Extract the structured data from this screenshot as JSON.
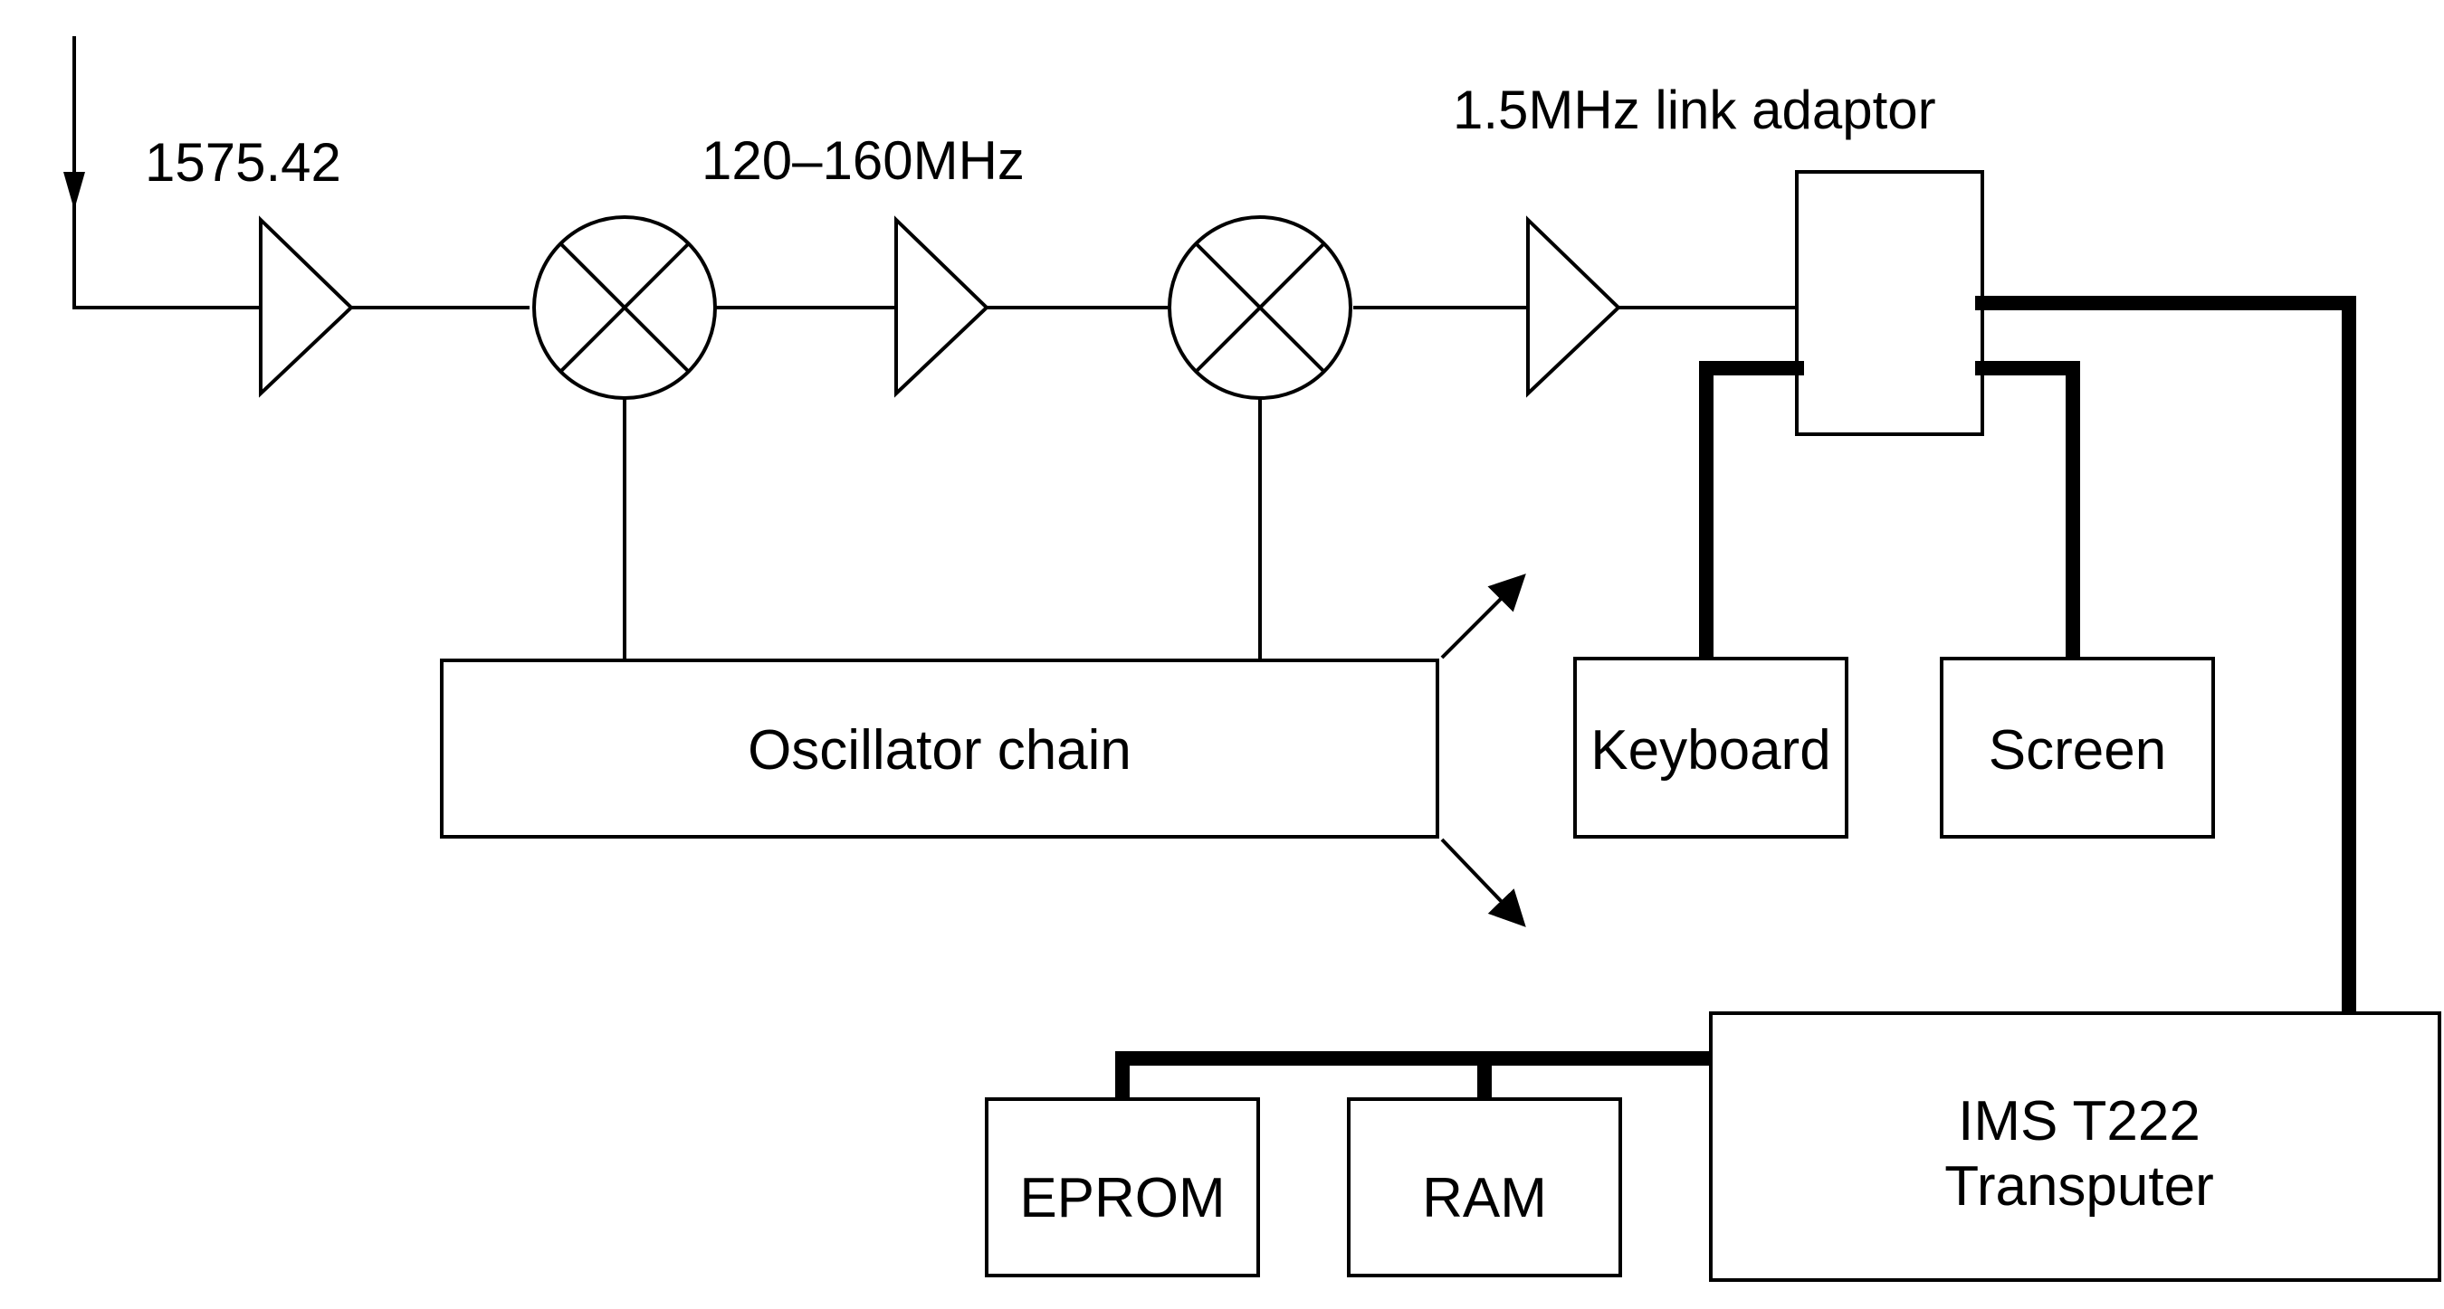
{
  "labels": {
    "input_frequency": "1575.42",
    "if_frequency": "120–160MHz",
    "link_adaptor": "1.5MHz link adaptor",
    "oscillator_chain": "Oscillator chain",
    "keyboard": "Keyboard",
    "screen": "Screen",
    "transputer_line1": "IMS T222",
    "transputer_line2": "Transputer",
    "eprom": "EPROM",
    "ram": "RAM"
  },
  "icons": {
    "amplifier": "amplifier-triangle-icon",
    "mixer": "mixer-circle-cross-icon",
    "arrow": "arrow-icon"
  },
  "colors": {
    "line": "#000000",
    "background": "#ffffff"
  }
}
